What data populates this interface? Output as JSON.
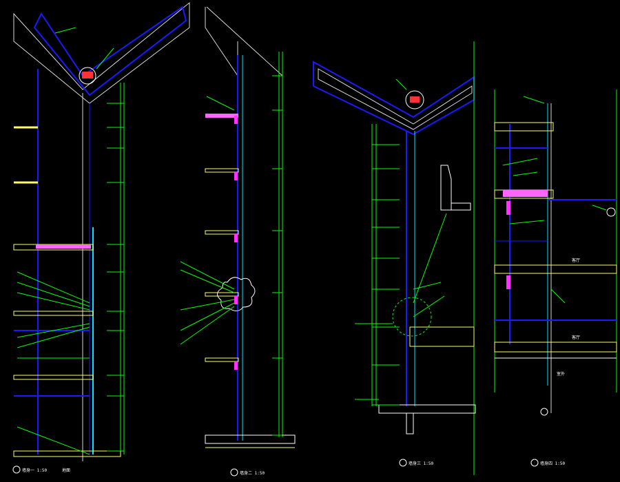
{
  "drawing": {
    "background": "#000000",
    "colors": {
      "structure": "#1a1aff",
      "dimension": "#00ff00",
      "glass": "#00e5ff",
      "slab": "#ffff66",
      "trim": "#ff33ff",
      "text": "#ffffff",
      "roof": "#d9d9d9",
      "fill": "#ff66ff"
    }
  },
  "sections": [
    {
      "id": "s1",
      "title": "墙身一 1:50",
      "marker": "1"
    },
    {
      "id": "s2",
      "title": "墙身二 1:50",
      "marker": "2"
    },
    {
      "id": "s3",
      "title": "墙身三 1:50",
      "marker": "3"
    },
    {
      "id": "s4",
      "title": "墙身四 1:50",
      "marker": "4"
    }
  ],
  "labels": {
    "room1": "客厅",
    "room2": "客厅",
    "floor_a": "地面",
    "floor_b": "室外"
  },
  "icons": {
    "section_marker": "circle-marker-icon",
    "cloud": "revision-cloud-icon"
  }
}
